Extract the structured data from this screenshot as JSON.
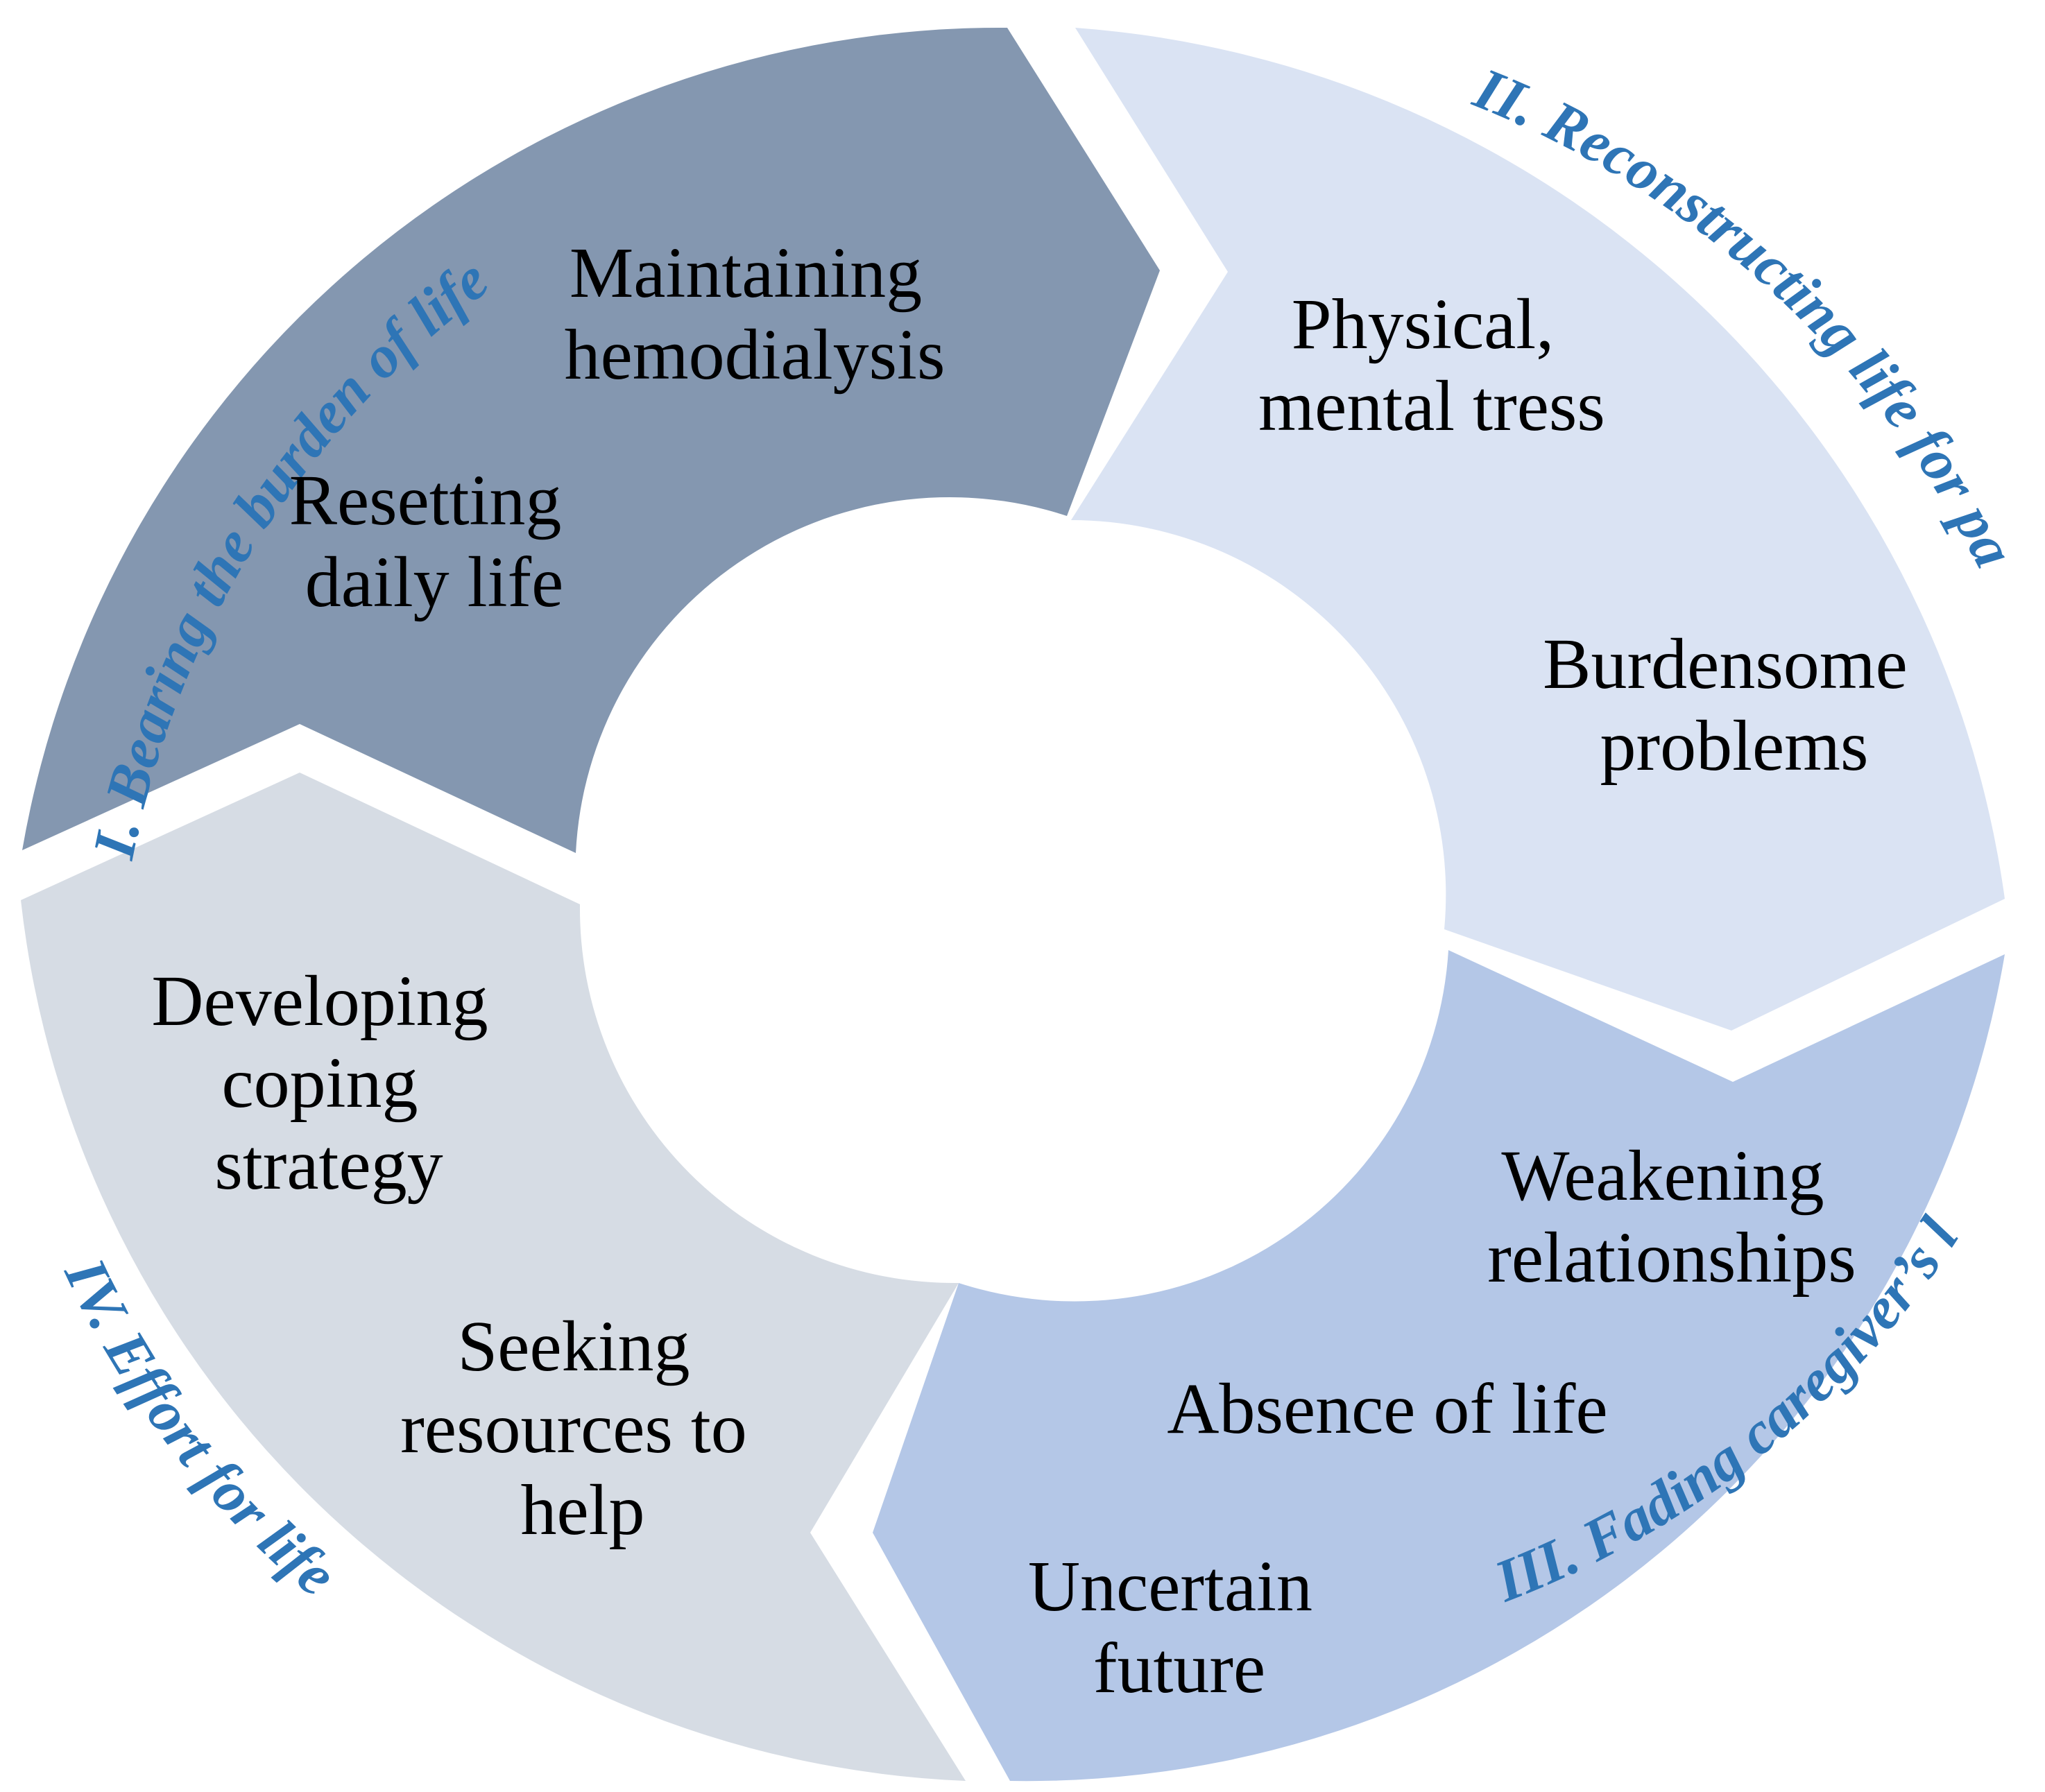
{
  "colors": {
    "segment_1": "#8497b0",
    "segment_2": "#dae3f3",
    "segment_3": "#b4c7e7",
    "segment_4": "#d6dce4",
    "title_text": "#2e75b6",
    "item_text": "#000000"
  },
  "segments": [
    {
      "title": "I. Bearing the burden of life",
      "items": [
        {
          "lines": [
            "Maintaining",
            "hemodialysis"
          ]
        },
        {
          "lines": [
            "Resetting",
            "daily life"
          ]
        }
      ]
    },
    {
      "title": "II. Reconstructing life for patient",
      "items": [
        {
          "lines": [
            "Physical,",
            "mental tress"
          ]
        },
        {
          "lines": [
            "Burdensome",
            "problems"
          ]
        }
      ]
    },
    {
      "title": "III. Fading caregiver’s life",
      "items": [
        {
          "lines": [
            "Weakening",
            "relationships"
          ]
        },
        {
          "lines": [
            "Absence of life"
          ]
        },
        {
          "lines": [
            "Uncertain",
            "future"
          ]
        }
      ]
    },
    {
      "title": "IV. Effort for life",
      "items": [
        {
          "lines": [
            "Developing",
            "coping",
            "strategy"
          ]
        },
        {
          "lines": [
            "Seeking",
            "resources to",
            "help"
          ]
        }
      ]
    }
  ]
}
